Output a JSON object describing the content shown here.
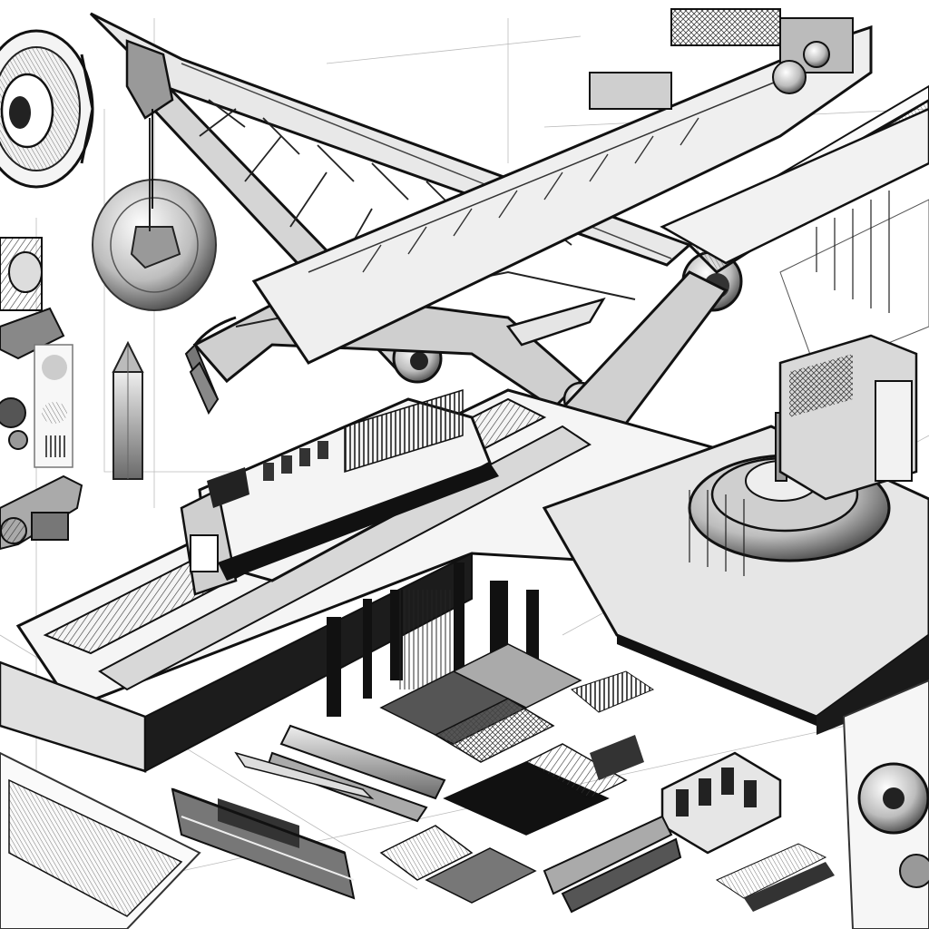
{
  "artwork": {
    "medium": "pencil-sketch",
    "palette": {
      "paper": "#ffffff",
      "ink": "#111111",
      "mid_gray": "#777777",
      "light_gray": "#c8c8c8",
      "shadow": "#1a1a1a"
    },
    "subjects": [
      "crane-arm",
      "locomotive",
      "elevated-railway-platform",
      "turntable-mechanism",
      "gear-wheel",
      "material-swatches",
      "steel-beams",
      "bolt-clamps"
    ]
  }
}
